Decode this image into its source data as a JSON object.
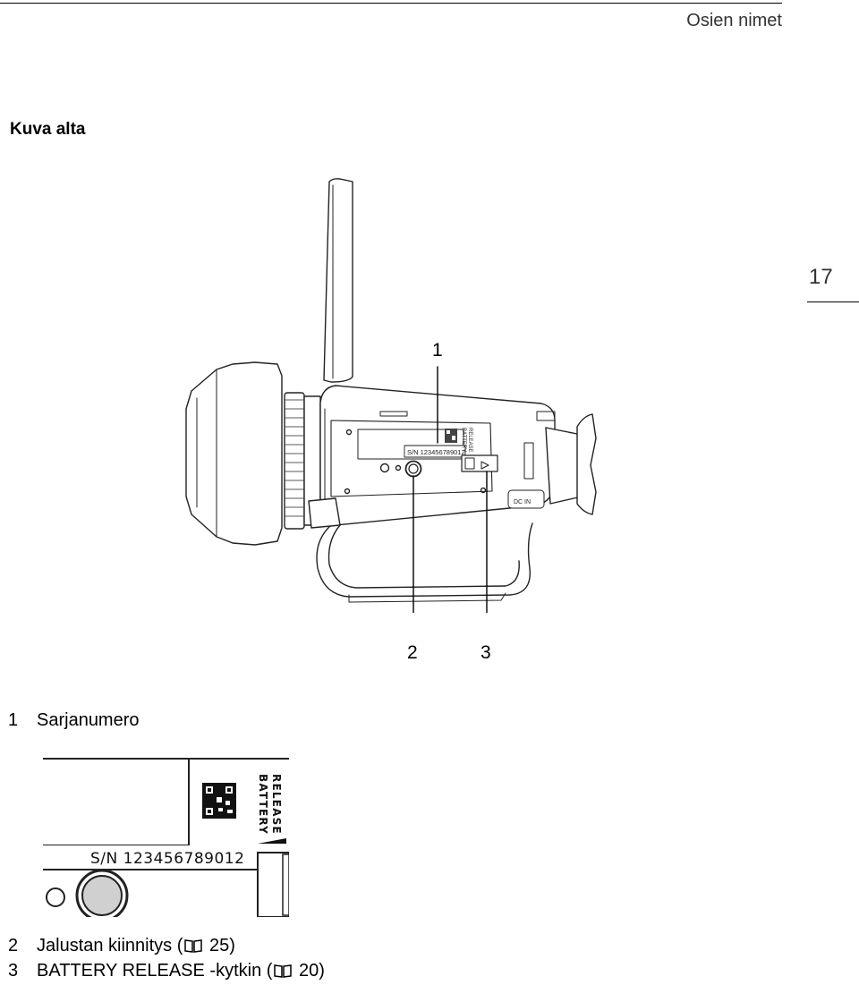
{
  "header": {
    "title": "Osien nimet"
  },
  "page": {
    "number": "17"
  },
  "section": {
    "title": "Kuva alta"
  },
  "figure": {
    "callouts": [
      "1",
      "2",
      "3"
    ],
    "sn_label": "S/N 123456789012",
    "battery_label_1": "BATTERY",
    "battery_label_2": "RELEASE",
    "dc_label": "DC IN"
  },
  "captions": [
    {
      "num": "1",
      "text": "Sarjanumero",
      "ref": ""
    },
    {
      "num": "2",
      "text": "Jalustan kiinnitys (",
      "ref": " 25)"
    },
    {
      "num": "3",
      "text": "BATTERY RELEASE -kytkin (",
      "ref": " 20)"
    }
  ],
  "detail": {
    "sn_label": "S/N 123456789012",
    "battery_label_1": "BATTERY",
    "battery_label_2": "RELEASE"
  }
}
